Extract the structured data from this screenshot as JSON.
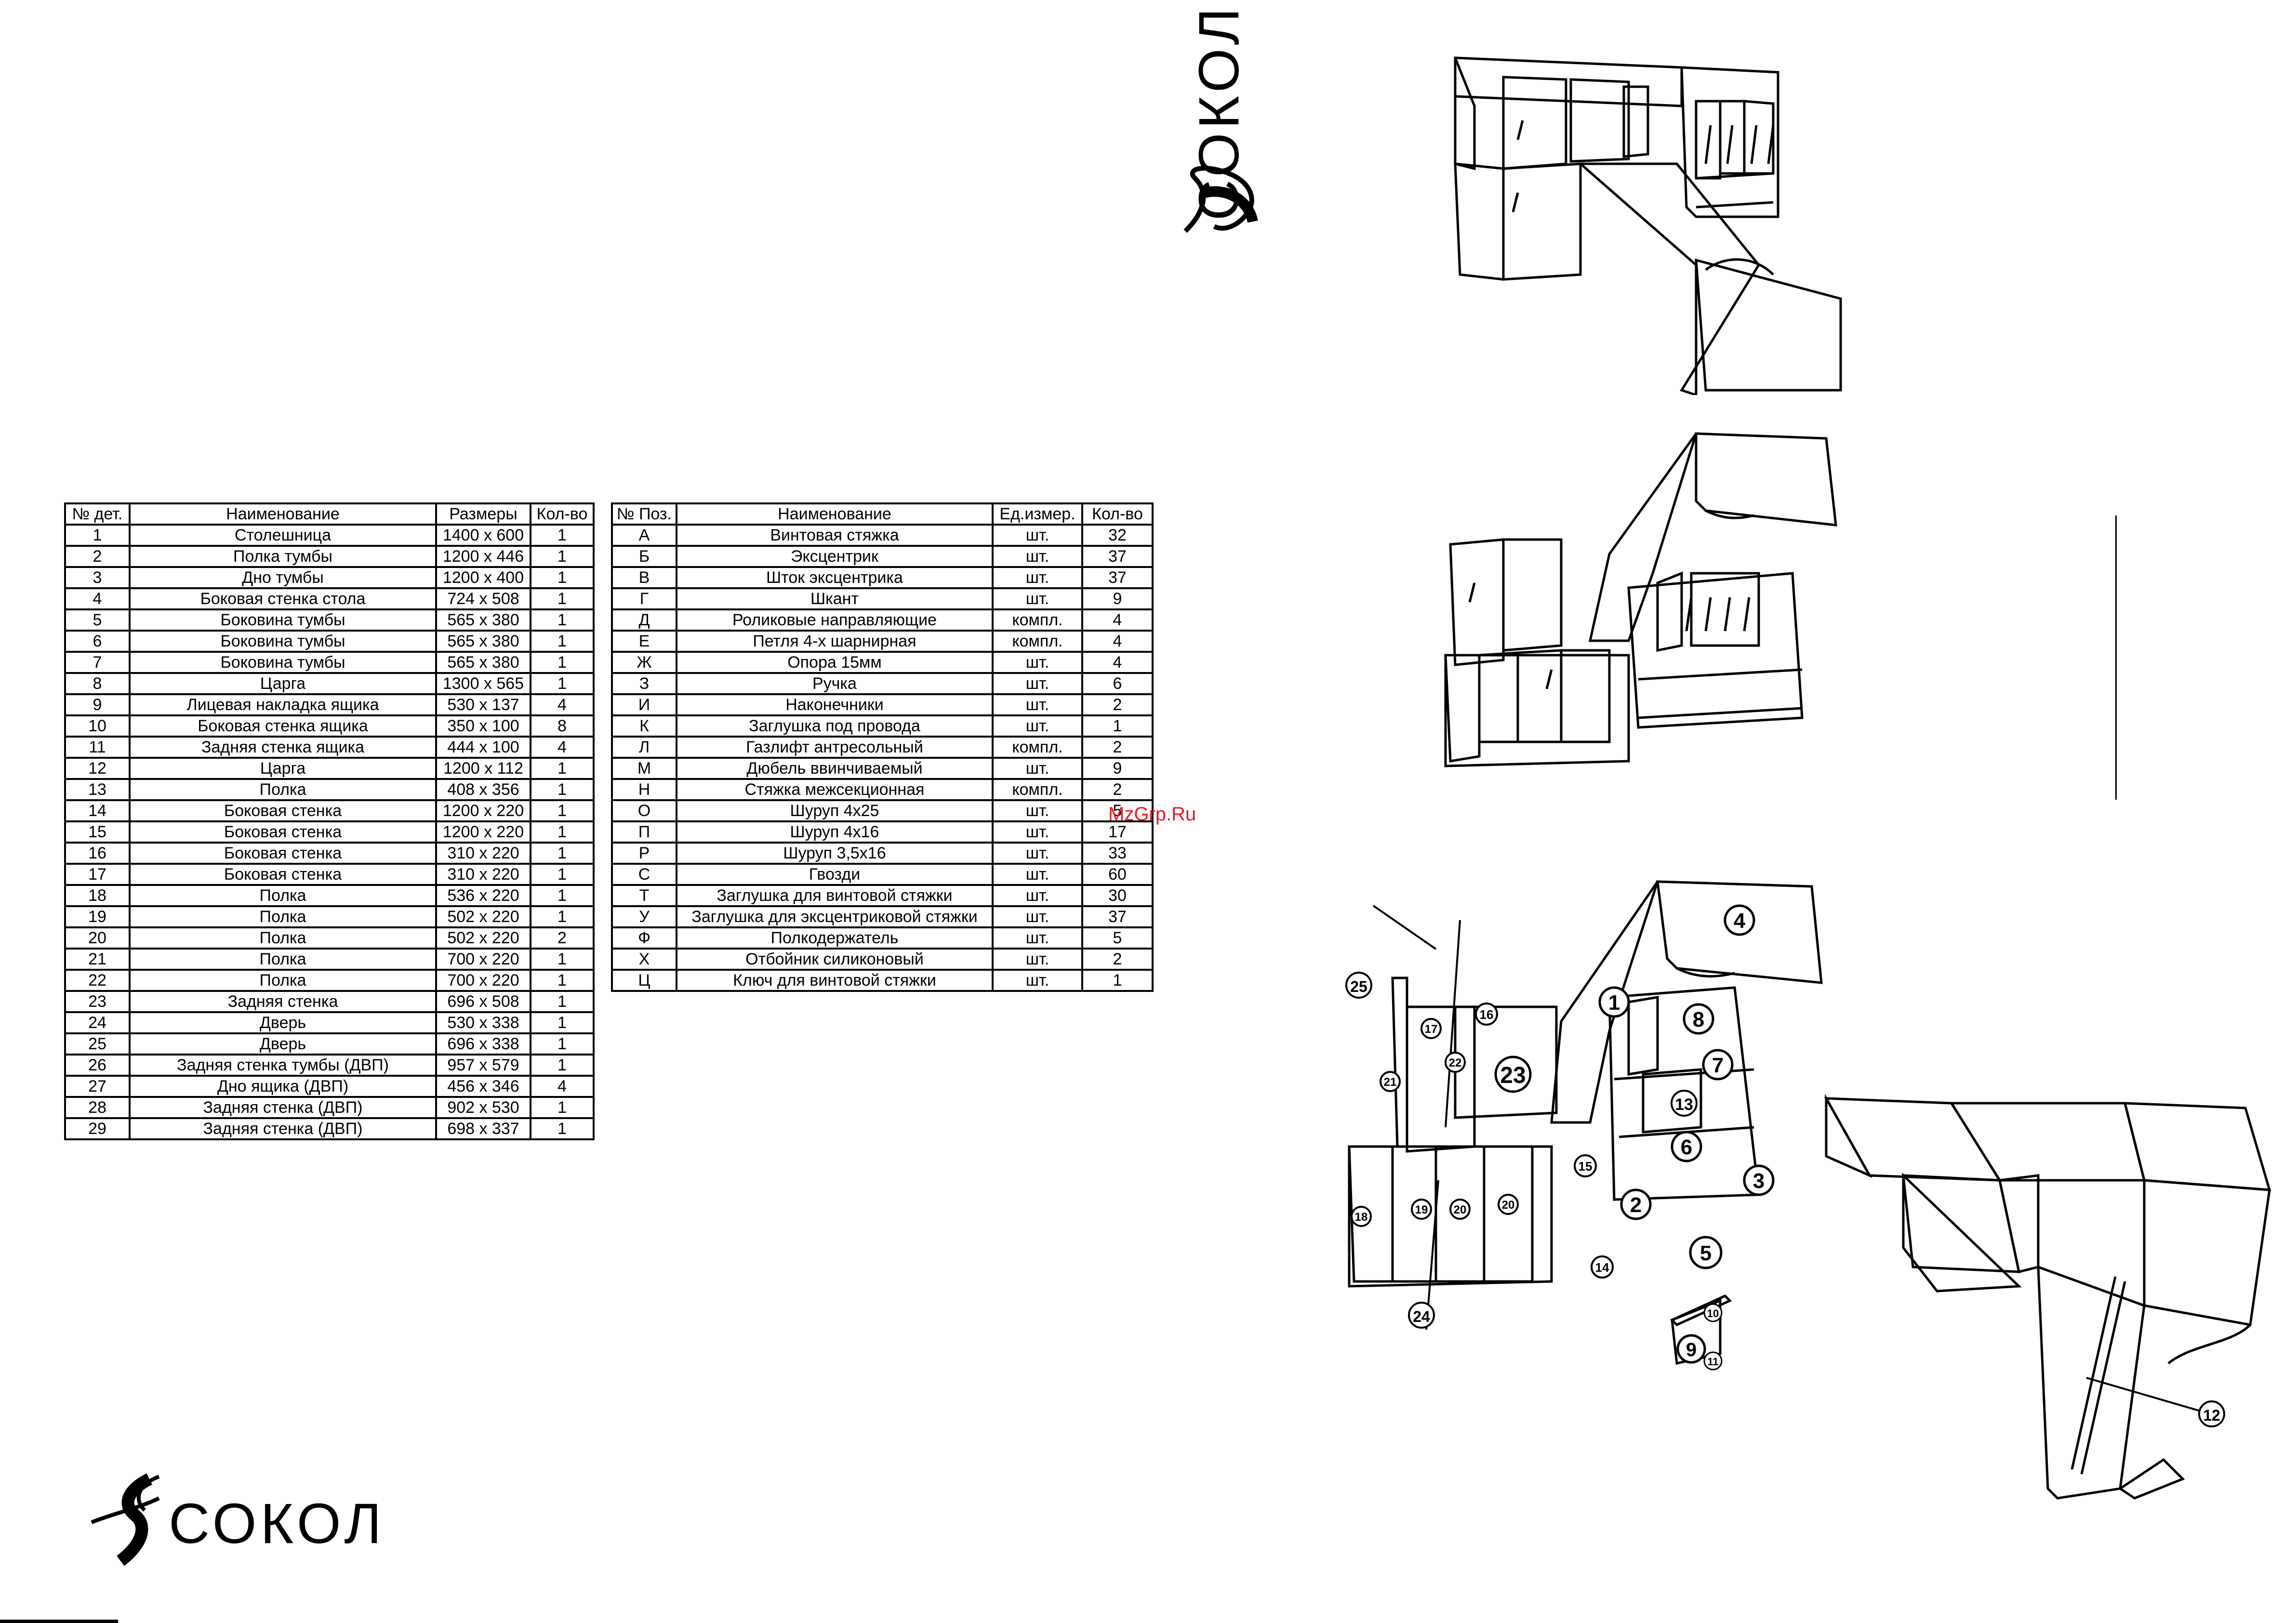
{
  "brand": {
    "name": "СОКОЛ"
  },
  "watermark": "MzGrp.Ru",
  "parts_table": {
    "headers": [
      "№ дет.",
      "Наименование",
      "Размеры",
      "Кол-во"
    ],
    "rows": [
      [
        "1",
        "Столешница",
        "1400 x 600",
        "1"
      ],
      [
        "2",
        "Полка тумбы",
        "1200 x 446",
        "1"
      ],
      [
        "3",
        "Дно тумбы",
        "1200 x 400",
        "1"
      ],
      [
        "4",
        "Боковая стенка стола",
        "724 x 508",
        "1"
      ],
      [
        "5",
        "Боковина тумбы",
        "565 x 380",
        "1"
      ],
      [
        "6",
        "Боковина тумбы",
        "565 x 380",
        "1"
      ],
      [
        "7",
        "Боковина тумбы",
        "565 x 380",
        "1"
      ],
      [
        "8",
        "Царга",
        "1300 x 565",
        "1"
      ],
      [
        "9",
        "Лицевая накладка ящика",
        "530 x 137",
        "4"
      ],
      [
        "10",
        "Боковая стенка ящика",
        "350 x 100",
        "8"
      ],
      [
        "11",
        "Задняя стенка ящика",
        "444 x 100",
        "4"
      ],
      [
        "12",
        "Царга",
        "1200 x 112",
        "1"
      ],
      [
        "13",
        "Полка",
        "408 x 356",
        "1"
      ],
      [
        "14",
        "Боковая стенка",
        "1200 x 220",
        "1"
      ],
      [
        "15",
        "Боковая стенка",
        "1200 x 220",
        "1"
      ],
      [
        "16",
        "Боковая стенка",
        "310 x 220",
        "1"
      ],
      [
        "17",
        "Боковая стенка",
        "310 x 220",
        "1"
      ],
      [
        "18",
        "Полка",
        "536 x 220",
        "1"
      ],
      [
        "19",
        "Полка",
        "502 x 220",
        "1"
      ],
      [
        "20",
        "Полка",
        "502 x 220",
        "2"
      ],
      [
        "21",
        "Полка",
        "700 x 220",
        "1"
      ],
      [
        "22",
        "Полка",
        "700 x 220",
        "1"
      ],
      [
        "23",
        "Задняя стенка",
        "696 x 508",
        "1"
      ],
      [
        "24",
        "Дверь",
        "530 x 338",
        "1"
      ],
      [
        "25",
        "Дверь",
        "696 x 338",
        "1"
      ],
      [
        "26",
        "Задняя стенка тумбы (ДВП)",
        "957 x 579",
        "1"
      ],
      [
        "27",
        "Дно ящика (ДВП)",
        "456 x 346",
        "4"
      ],
      [
        "28",
        "Задняя стенка (ДВП)",
        "902 x 530",
        "1"
      ],
      [
        "29",
        "Задняя стенка (ДВП)",
        "698 x 337",
        "1"
      ]
    ]
  },
  "fittings_table": {
    "headers": [
      "№ Поз.",
      "Наименование",
      "Ед.измер.",
      "Кол-во"
    ],
    "rows": [
      [
        "А",
        "Винтовая стяжка",
        "шт.",
        "32"
      ],
      [
        "Б",
        "Эксцентрик",
        "шт.",
        "37"
      ],
      [
        "В",
        "Шток эксцентрика",
        "шт.",
        "37"
      ],
      [
        "Г",
        "Шкант",
        "шт.",
        "9"
      ],
      [
        "Д",
        "Роликовые направляющие",
        "компл.",
        "4"
      ],
      [
        "Е",
        "Петля 4-х шарнирная",
        "компл.",
        "4"
      ],
      [
        "Ж",
        "Опора 15мм",
        "шт.",
        "4"
      ],
      [
        "З",
        "Ручка",
        "шт.",
        "6"
      ],
      [
        "И",
        "Наконечники",
        "шт.",
        "2"
      ],
      [
        "К",
        "Заглушка под провода",
        "шт.",
        "1"
      ],
      [
        "Л",
        "Газлифт антресольный",
        "компл.",
        "2"
      ],
      [
        "М",
        "Дюбель ввинчиваемый",
        "шт.",
        "9"
      ],
      [
        "Н",
        "Стяжка межсекционная",
        "компл.",
        "2"
      ],
      [
        "О",
        "Шуруп 4x25",
        "шт.",
        "5"
      ],
      [
        "П",
        "Шуруп 4x16",
        "шт.",
        "17"
      ],
      [
        "Р",
        "Шуруп 3,5x16",
        "шт.",
        "33"
      ],
      [
        "С",
        "Гвозди",
        "шт.",
        "60"
      ],
      [
        "Т",
        "Заглушка для винтовой стяжки",
        "шт.",
        "30"
      ],
      [
        "У",
        "Заглушка для эксцентриковой стяжки",
        "шт.",
        "37"
      ],
      [
        "Ф",
        "Полкодержатель",
        "шт.",
        "5"
      ],
      [
        "Х",
        "Отбойник силиконовый",
        "шт.",
        "2"
      ],
      [
        "Ц",
        "Ключ для винтовой стяжки",
        "шт.",
        "1"
      ]
    ]
  },
  "exploded_labels": [
    "1",
    "2",
    "3",
    "4",
    "5",
    "6",
    "7",
    "8",
    "9",
    "10",
    "11",
    "12",
    "13",
    "14",
    "15",
    "16",
    "17",
    "19",
    "20",
    "21",
    "22",
    "23",
    "24",
    "25"
  ]
}
